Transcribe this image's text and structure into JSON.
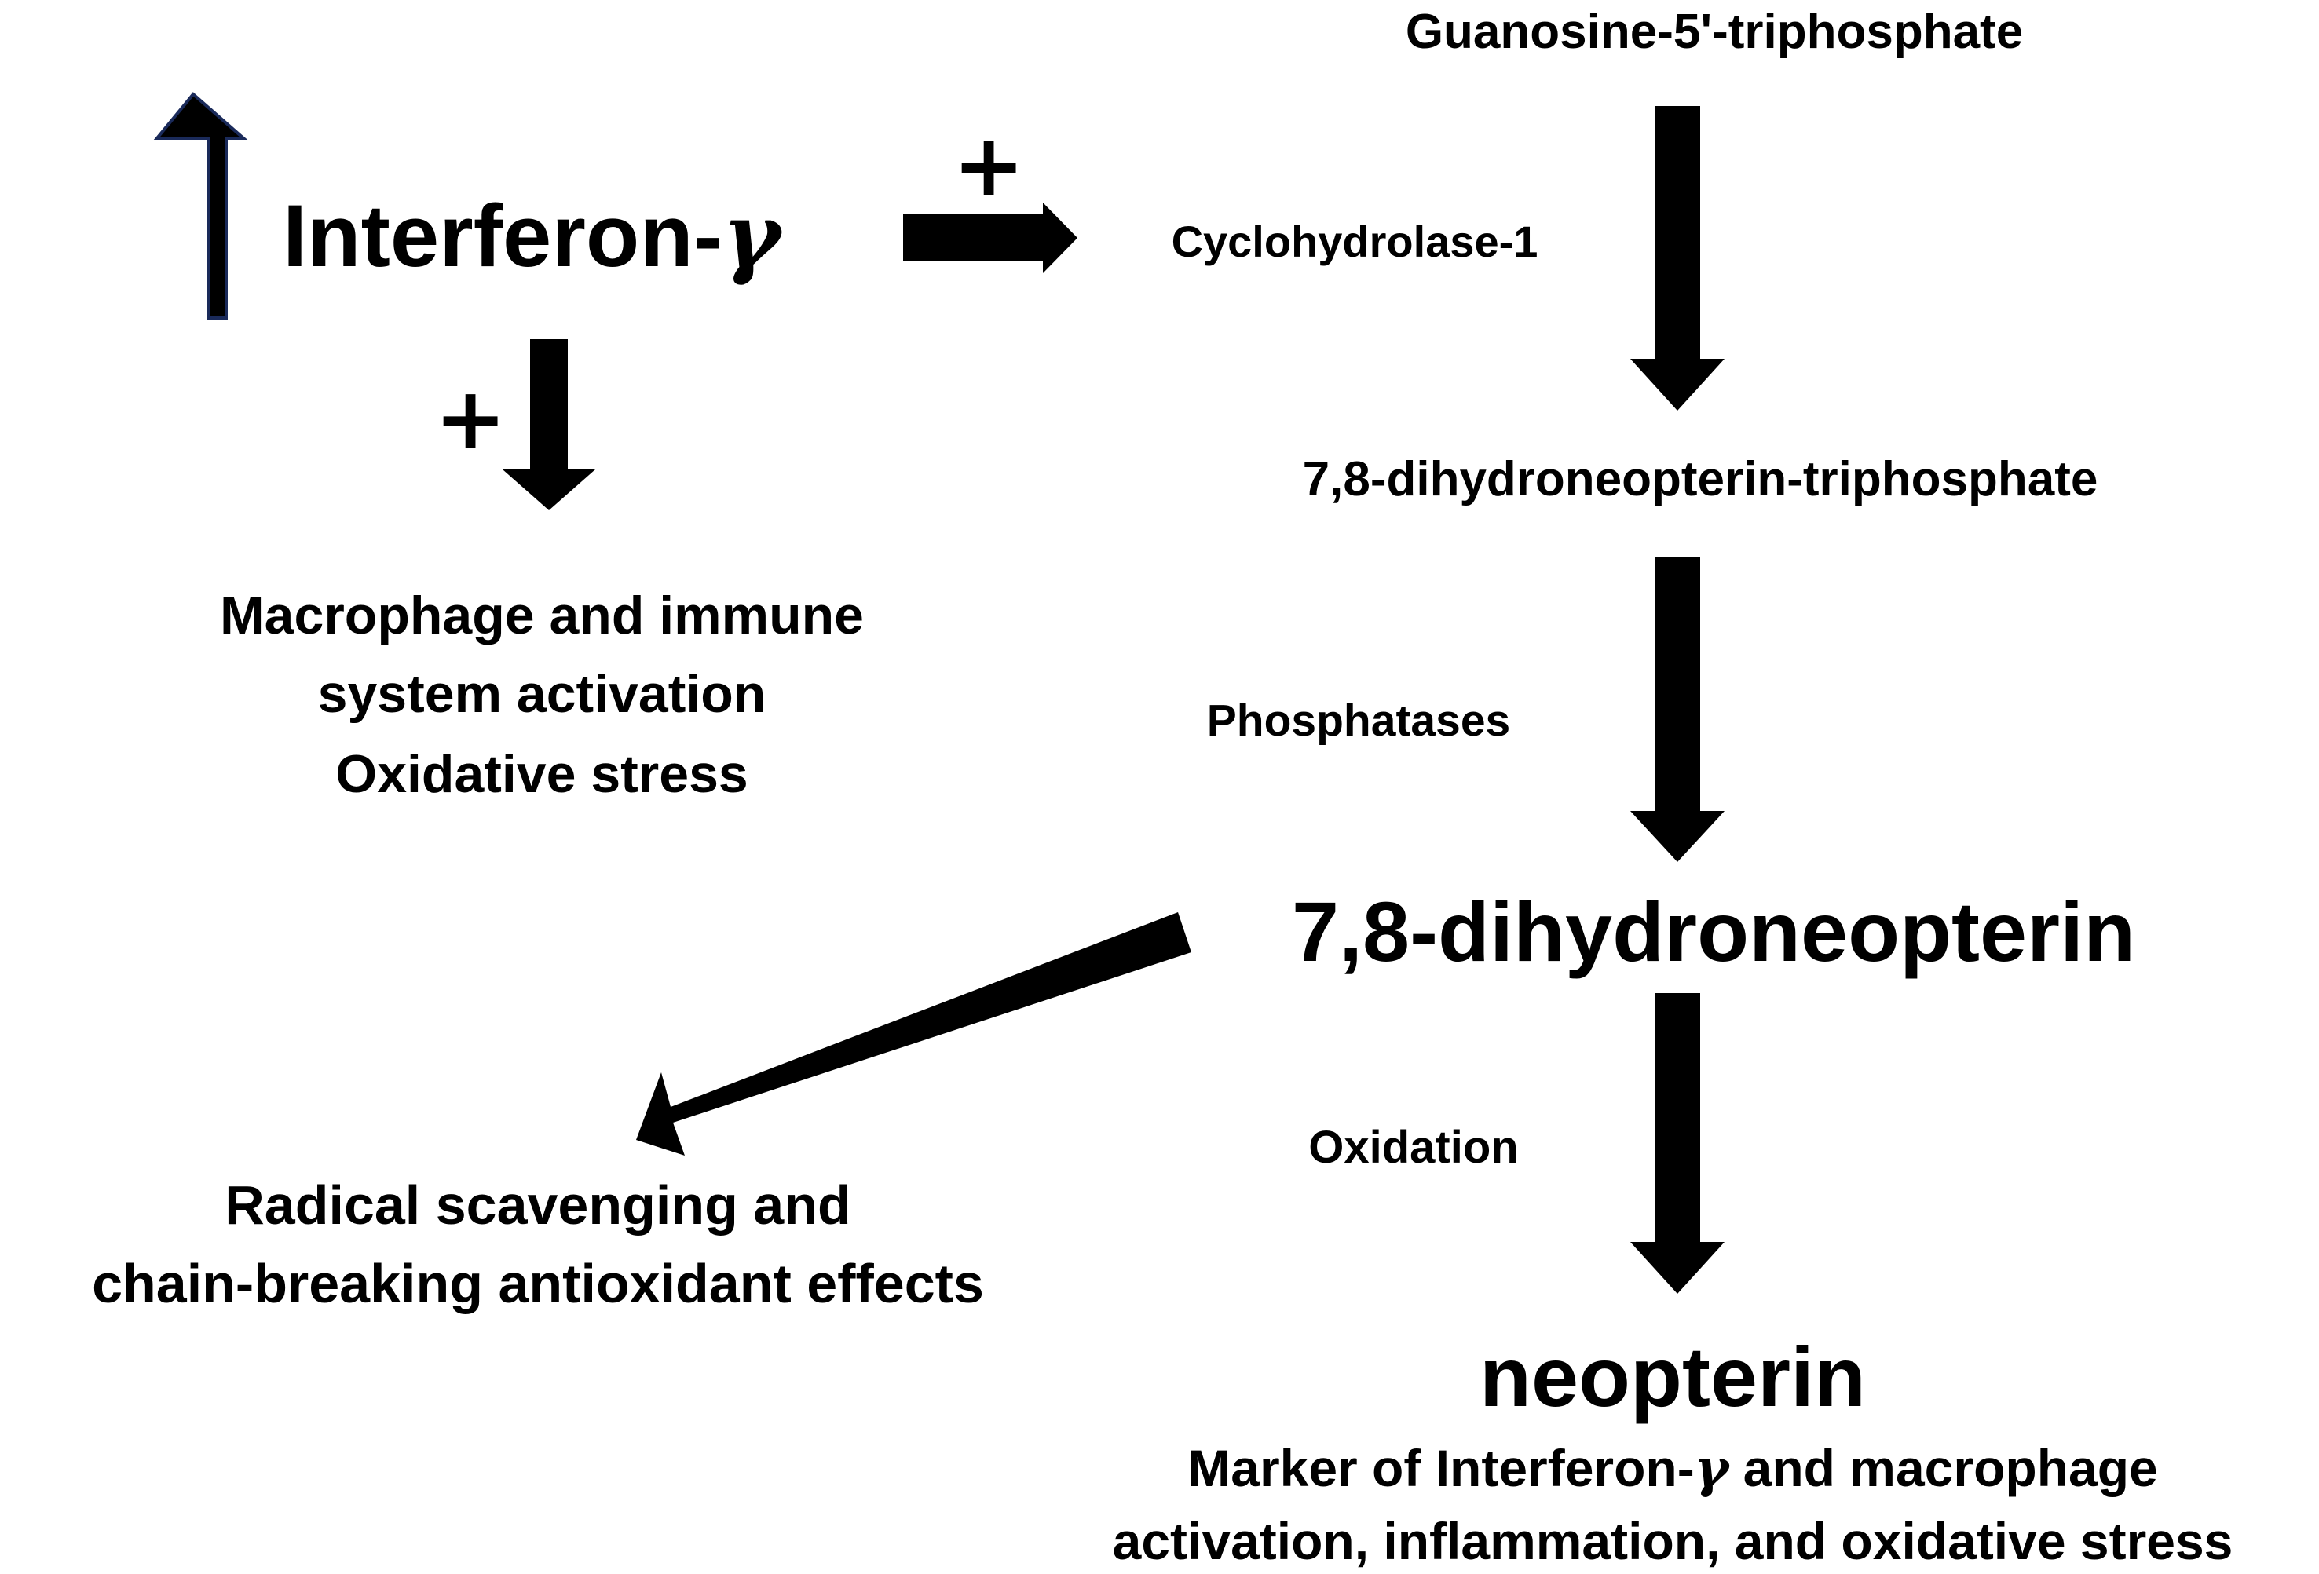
{
  "interferon": {
    "name": "Interferon-",
    "greek": "γ"
  },
  "gtp": "Guanosine-5'-triphosphate",
  "enzyme_cyclohydrolase": "Cyclohydrolase-1",
  "dhnp_triphosphate": "7,8-dihydroneopterin-triphosphate",
  "enzyme_phosphatases": "Phosphatases",
  "dihydroneopterin": "7,8-dihydroneopterin",
  "process_oxidation": "Oxidation",
  "neopterin": "neopterin",
  "neopterin_marker": {
    "line1_pre": "Marker of Interferon-",
    "line1_greek": "γ",
    "line1_post": " and macrophage",
    "line2": "activation, inflammation, and oxidative stress"
  },
  "macrophage_effects": {
    "line1": "Macrophage and immune",
    "line2": "system activation",
    "line3": "Oxidative stress"
  },
  "antioxidant_effects": {
    "line1": "Radical scavenging and",
    "line2": "chain-breaking antioxidant effects"
  },
  "stimulation_symbol": "+",
  "colors": {
    "arrow_fill": "#000000",
    "up_arrow_outline": "#1a2a5a",
    "background": "#ffffff"
  }
}
